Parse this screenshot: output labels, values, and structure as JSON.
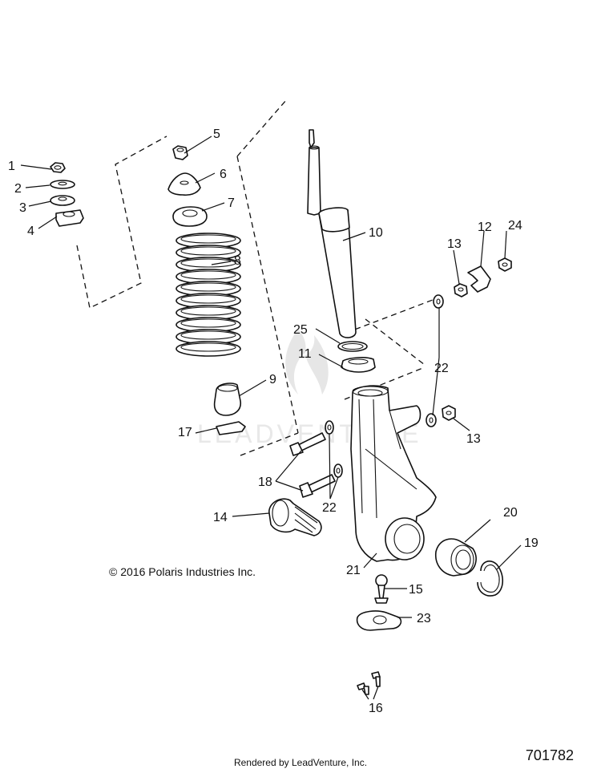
{
  "watermark": "LEADVENTURE",
  "copyright": "© 2016 Polaris Industries Inc.",
  "rendered_by": "Rendered by LeadVenture, Inc.",
  "drawing_number": "701782",
  "callouts": {
    "c1": "1",
    "c2": "2",
    "c3": "3",
    "c4": "4",
    "c5": "5",
    "c6": "6",
    "c7": "7",
    "c8": "8",
    "c9": "9",
    "c10": "10",
    "c11": "11",
    "c12": "12",
    "c13a": "13",
    "c13b": "13",
    "c14": "14",
    "c15": "15",
    "c16": "16",
    "c17": "17",
    "c18": "18",
    "c19": "19",
    "c20": "20",
    "c21": "21",
    "c22a": "22",
    "c22b": "22",
    "c23": "23",
    "c24": "24",
    "c25": "25"
  }
}
